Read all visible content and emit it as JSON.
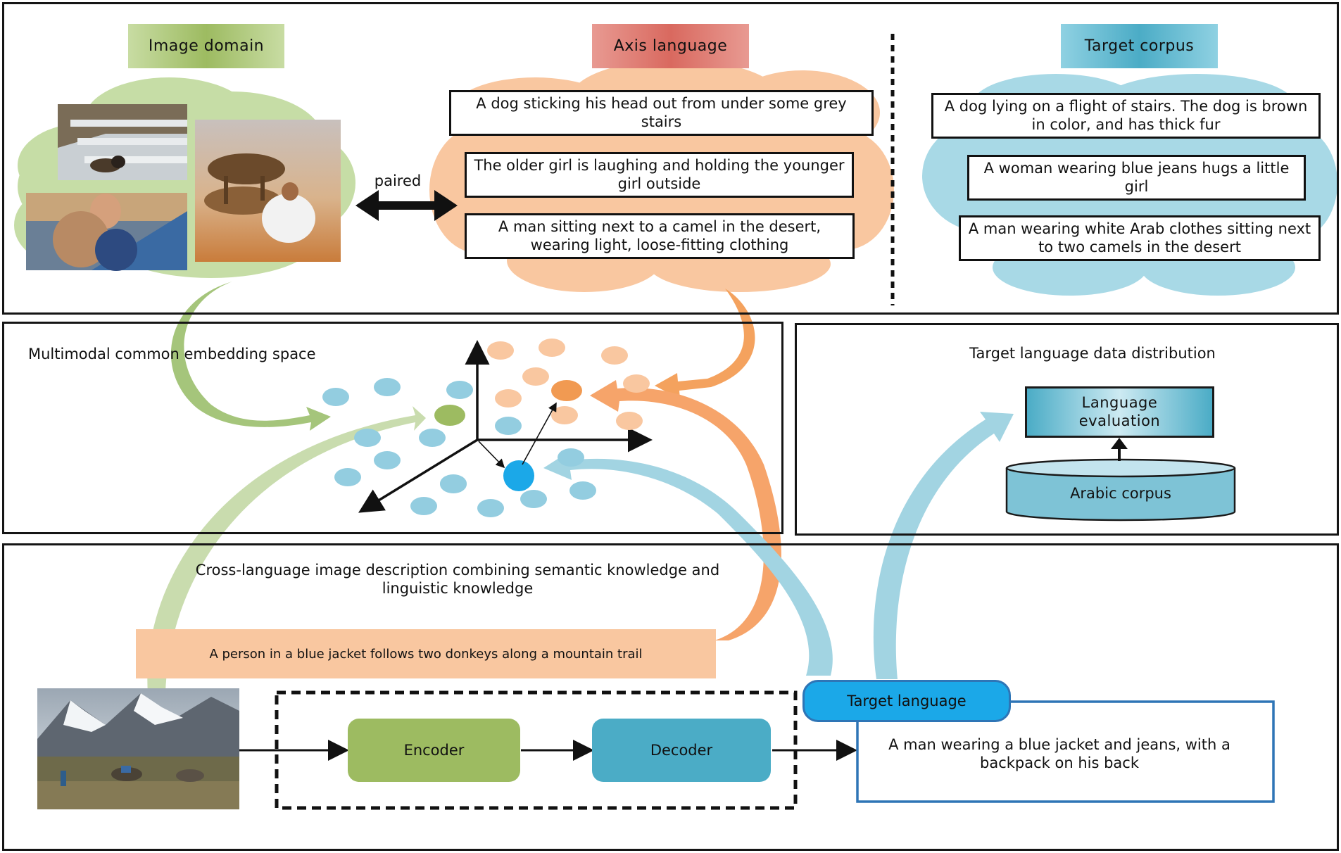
{
  "top": {
    "image_domain_label": "Image domain",
    "axis_language_label": "Axis language",
    "target_corpus_label": "Target corpus",
    "paired_label": "paired",
    "axis_captions": [
      "A dog sticking his head out from under some grey stairs",
      "The older girl is laughing and holding the younger girl outside",
      "A man sitting next to a camel in the desert, wearing light, loose-fitting clothing"
    ],
    "target_captions": [
      "A dog lying on a flight of stairs. The dog is brown in color, and has thick fur",
      "A woman wearing blue jeans hugs a little girl",
      "A man wearing white Arab clothes sitting next to two camels in the desert"
    ]
  },
  "middle": {
    "embedding_title": "Multimodal common embedding space",
    "distribution_title": "Target language data distribution",
    "language_evaluation_label": "Language evaluation",
    "arabic_corpus_label": "Arabic corpus"
  },
  "bottom": {
    "title": "Cross-language image description combining semantic knowledge and linguistic knowledge",
    "source_caption": "A person in a blue jacket follows two donkeys along a mountain trail",
    "encoder_label": "Encoder",
    "decoder_label": "Decoder",
    "target_language_label": "Target language",
    "output_caption": "A man wearing a blue jacket and jeans, with a backpack on his back"
  },
  "colors": {
    "green": "#9dbb61",
    "orange": "#f9c7a0",
    "orange_dark": "#f19a52",
    "blue": "#4bacc6",
    "blue_light": "#9fd5e2",
    "blue_bright": "#1ba8e8",
    "red_label": "#d9695f",
    "frame": "#151515"
  }
}
